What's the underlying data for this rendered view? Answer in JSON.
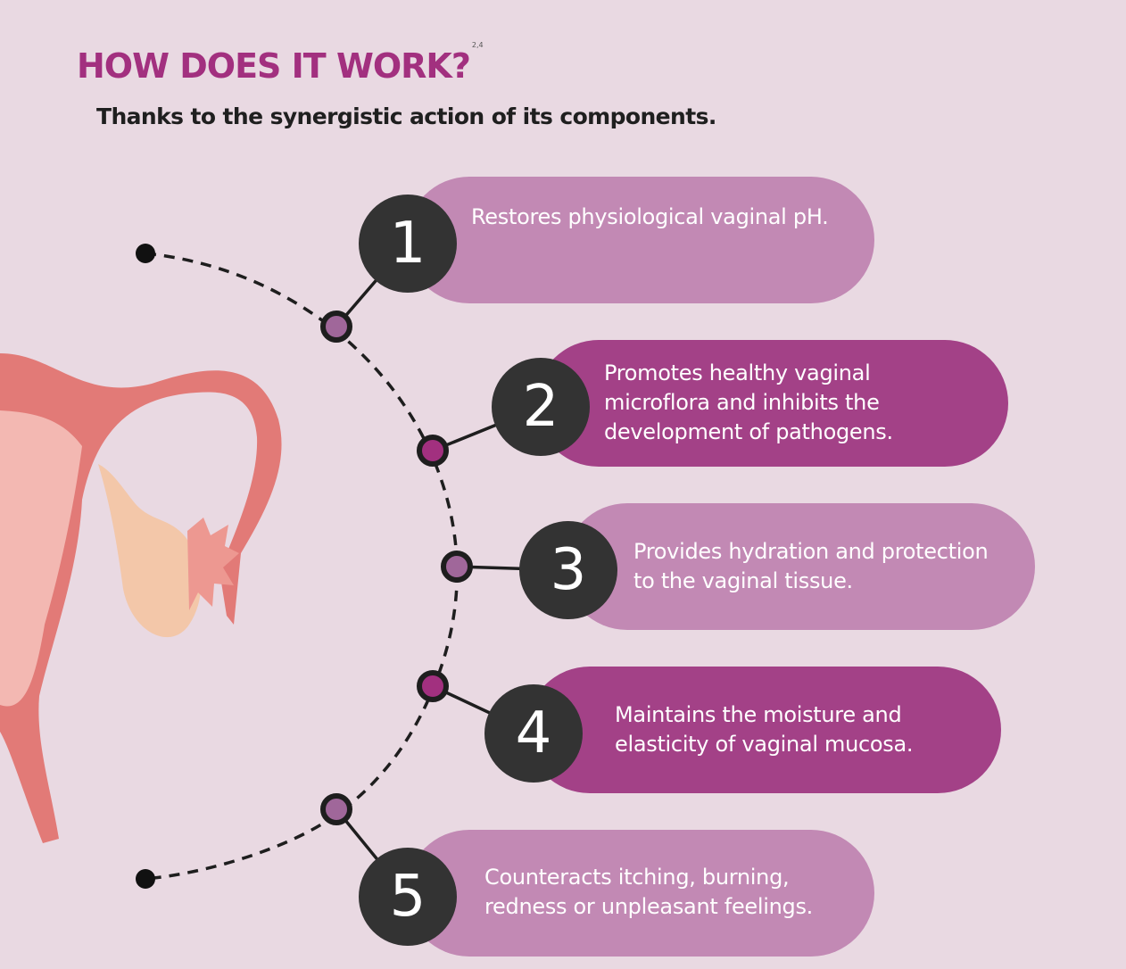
{
  "header": {
    "title": "HOW DOES IT WORK?",
    "title_ref": "2,4",
    "subtitle": "Thanks to the synergistic action of its components."
  },
  "colors": {
    "background": "#e9d9e2",
    "title": "#a2307f",
    "pill_light": "#c289b4",
    "pill_dark": "#a34187",
    "badge": "#333333",
    "node_fill_light": "#a0679a",
    "node_fill_dark": "#a2307f"
  },
  "steps": [
    {
      "number": "1",
      "text": "Restores physiological vaginal pH.",
      "style": "light"
    },
    {
      "number": "2",
      "text": "Promotes healthy vaginal microflora and inhibits the development of pathogens.",
      "style": "dark"
    },
    {
      "number": "3",
      "text": "Provides hydration and protection to the vaginal tissue.",
      "style": "light"
    },
    {
      "number": "4",
      "text": "Maintains the moisture and elasticity of vaginal mucosa.",
      "style": "dark"
    },
    {
      "number": "5",
      "text": "Counteracts itching, burning, redness or unpleasant feelings.",
      "style": "light"
    }
  ]
}
